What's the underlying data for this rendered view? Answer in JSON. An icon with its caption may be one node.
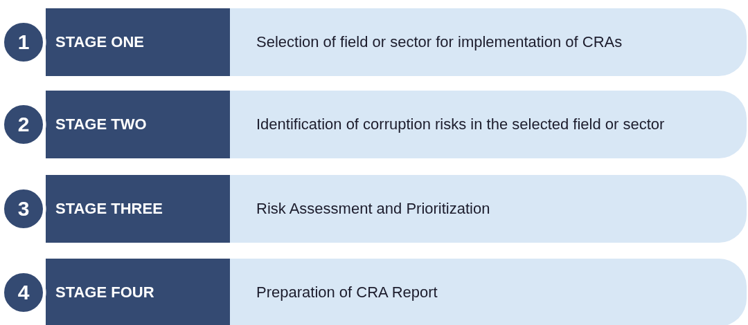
{
  "diagram": {
    "nodes": [
      {
        "text": [
          "1"
        ]
      },
      {
        "text": [
          "STAGE ONE"
        ]
      },
      {
        "text": [
          "Selection of field or sector for implementation of CRAs"
        ]
      },
      {
        "text": [
          "2"
        ]
      },
      {
        "text": [
          "STAGE TWO"
        ]
      },
      {
        "text": [
          "Identification of corruption risks in the selected field or sector"
        ]
      },
      {
        "text": [
          "3"
        ]
      },
      {
        "text": [
          "STAGE THREE"
        ]
      },
      {
        "text": [
          "Risk Assessment and Prioritization"
        ]
      },
      {
        "text": [
          "4"
        ]
      },
      {
        "text": [
          "STAGE FOUR"
        ]
      },
      {
        "text": [
          "Preparation of CRA Report"
        ]
      }
    ]
  }
}
